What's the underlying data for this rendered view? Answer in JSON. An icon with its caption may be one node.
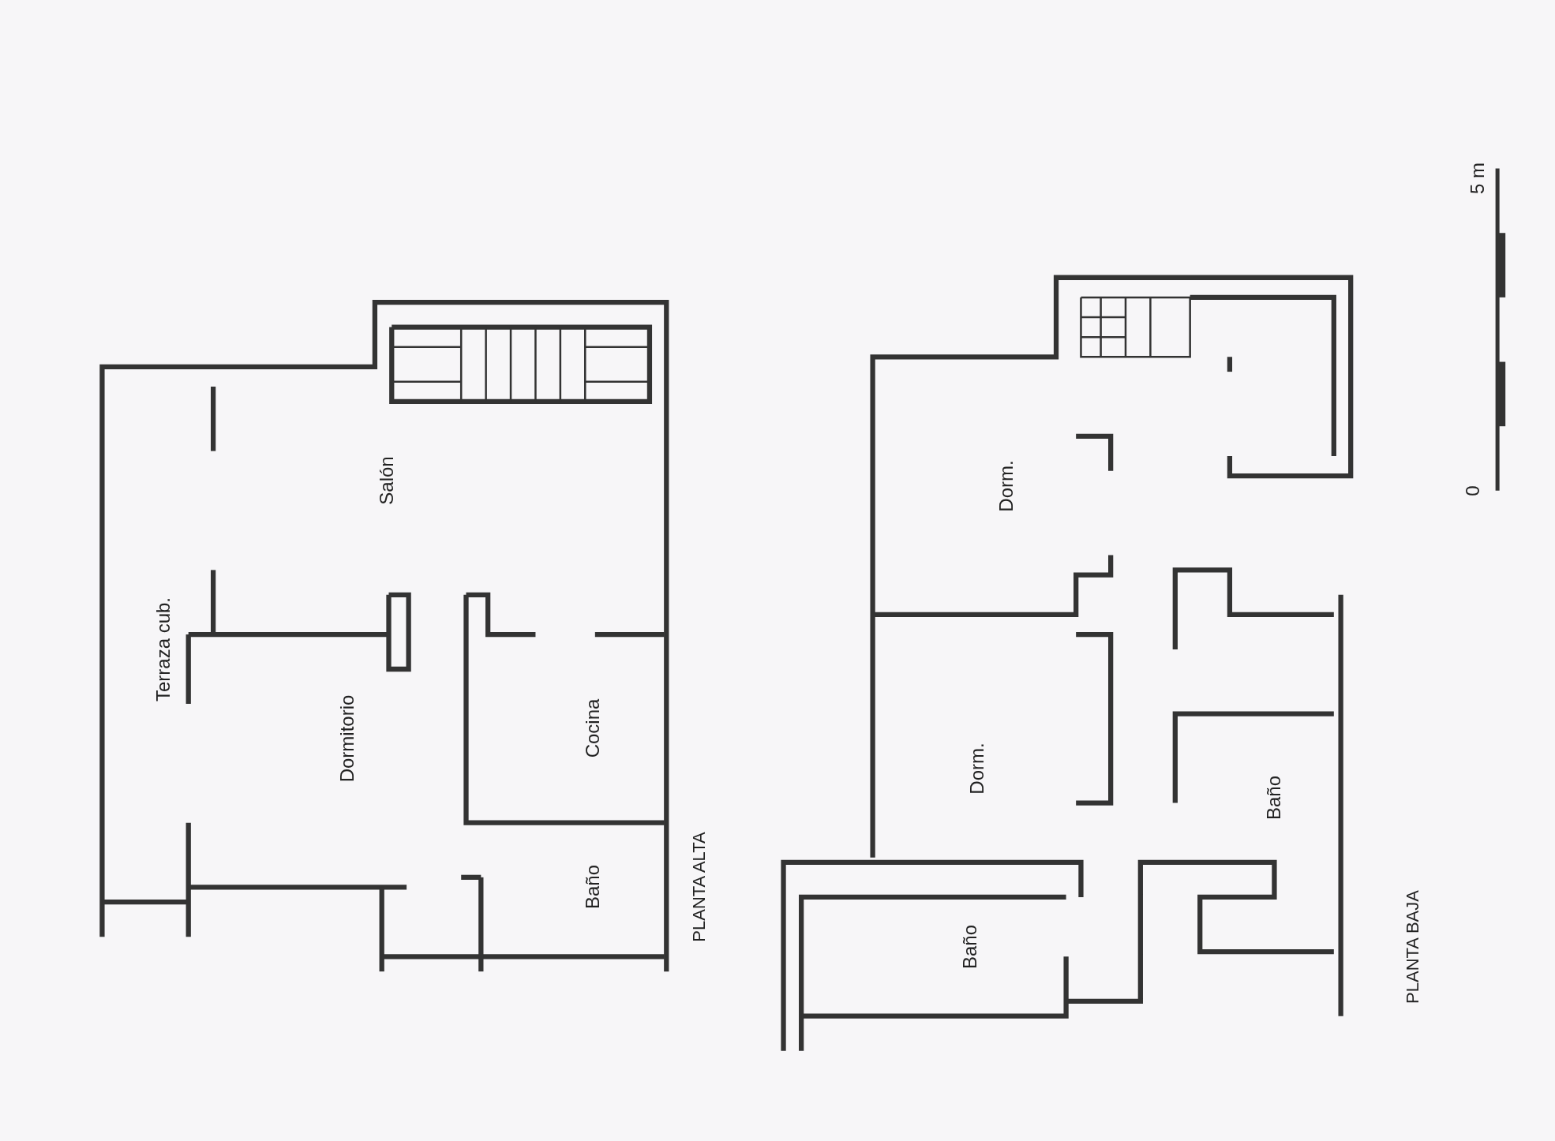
{
  "diagram": {
    "labels": [
      "Terraza cub.",
      "Salón",
      "Dormitorio",
      "Cocina",
      "Baño",
      "PLANTA ALTA",
      "Dorm.",
      "Dorm.",
      "Baño",
      "Baño",
      "PLANTA BAJA",
      "0",
      "5 m"
    ]
  }
}
